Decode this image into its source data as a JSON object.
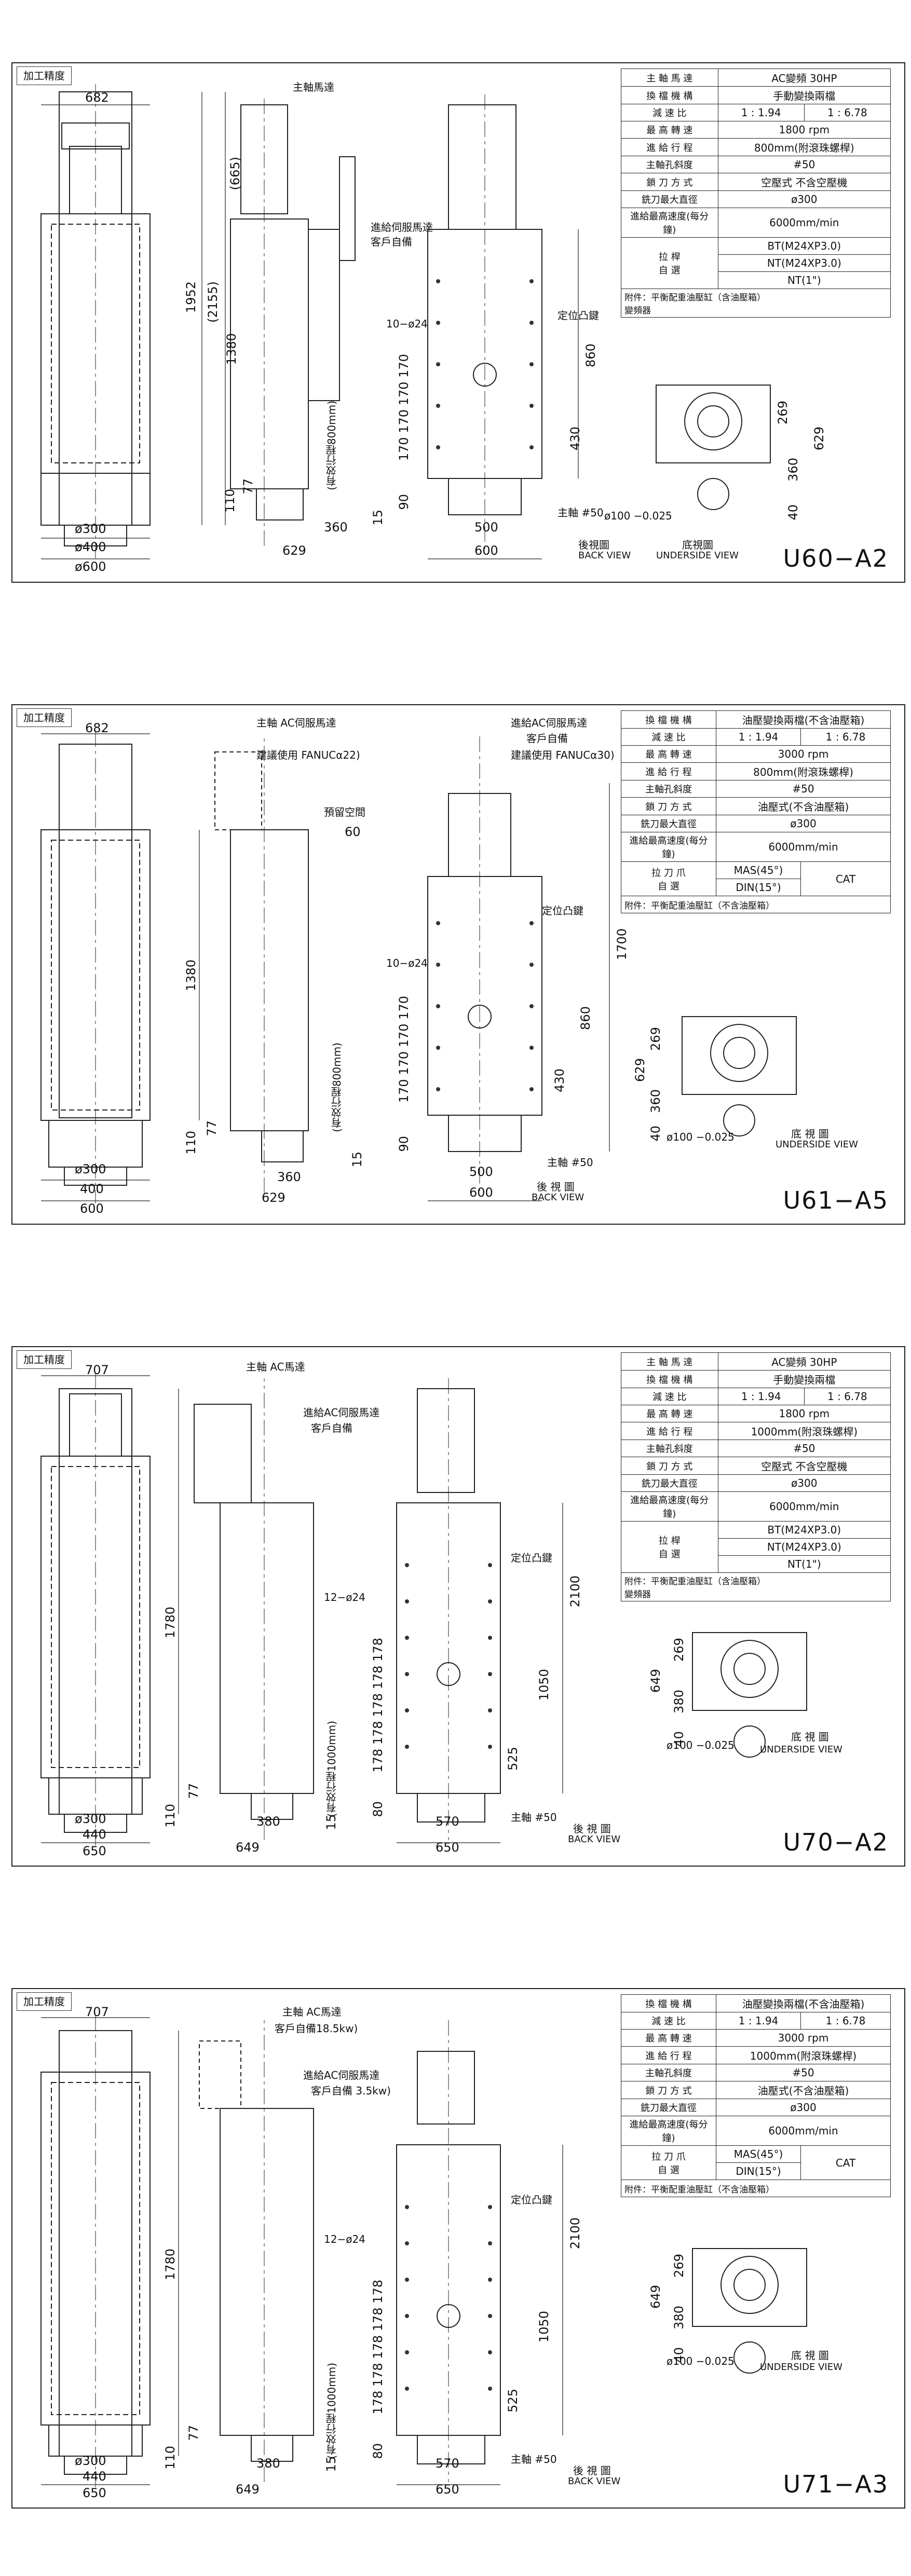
{
  "sheets": [
    {
      "tag": "加工精度",
      "model": "U60−A2",
      "spec": {
        "motor": {
          "k": "主 軸 馬 達",
          "v": "AC變頻 30HP"
        },
        "change": {
          "k": "換 檔 機 構",
          "v": "手動變換兩檔"
        },
        "ratio": {
          "k": "減 速 比",
          "a": "1 : 1.94",
          "b": "1 : 6.78"
        },
        "speed": {
          "k": "最 高 轉 速",
          "v": "1800 rpm"
        },
        "stroke": {
          "k": "進 給 行 程",
          "v": "800mm(附滾珠螺桿)"
        },
        "taper": {
          "k": "主軸孔斜度",
          "v": "#50"
        },
        "clamp": {
          "k": "鎖 刀 方 式",
          "v": "空壓式 不含空壓機"
        },
        "cutter": {
          "k": "銑刀最大直徑",
          "v": "ø300"
        },
        "feedrate": {
          "k": "進給最高速度(每分鐘)",
          "v": "6000mm/min"
        },
        "pull": {
          "k1": "拉 桿",
          "k2": "自 選",
          "v1": "BT(M24XP3.0)",
          "v2": "NT(M24XP3.0)",
          "v3": "NT(1\")"
        },
        "note1": "附件：平衡配重油壓缸（含油壓箱）",
        "note2": "變頻器"
      },
      "labels": {
        "main_motor": "主軸馬達",
        "servo": "進給伺服馬達",
        "customer": "客戶自備",
        "locate": "定位凸鍵",
        "holes": "10−ø24",
        "stroke_v": "(有效行程800mm)",
        "spindle": "主軸 #50",
        "back": "後視圖",
        "back_en": "BACK VIEW",
        "under": "底視圖",
        "under_en": "UNDERSIDE VIEW",
        "tol": "ø100 −0.025"
      },
      "dims": {
        "w_top": "682",
        "h1": "1952",
        "h2": "(2155)",
        "h3": "(665)",
        "h4": "1380",
        "h5": "110",
        "h6": "77",
        "d1": "ø300",
        "d2": "ø400",
        "d3": "ø600",
        "s1": "360",
        "s2": "629",
        "s3": "15",
        "b1": "500",
        "b2": "600",
        "b3": "90",
        "b4": "170 170 170 170",
        "b5": "430",
        "b6": "860",
        "u1": "269",
        "u2": "629",
        "u3": "360",
        "u4": "40"
      }
    },
    {
      "tag": "加工精度",
      "model": "U61−A5",
      "spec": {
        "change": {
          "k": "換 檔 機 構",
          "v": "油壓變換兩檔(不含油壓箱)"
        },
        "ratio": {
          "k": "減 速 比",
          "a": "1 : 1.94",
          "b": "1 : 6.78"
        },
        "speed": {
          "k": "最 高 轉 速",
          "v": "3000 rpm"
        },
        "stroke": {
          "k": "進 給 行 程",
          "v": "800mm(附滾珠螺桿)"
        },
        "taper": {
          "k": "主軸孔斜度",
          "v": "#50"
        },
        "clamp": {
          "k": "鎖 刀 方 式",
          "v": "油壓式(不含油壓箱)"
        },
        "cutter": {
          "k": "銑刀最大直徑",
          "v": "ø300"
        },
        "feedrate": {
          "k": "進給最高速度(每分鐘)",
          "v": "6000mm/min"
        },
        "pull": {
          "k1": "拉 刀 爪",
          "k2": "自 選",
          "v1": "MAS(45°)",
          "v2": "DIN(15°)",
          "v3": "CAT"
        },
        "note1": "附件：平衡配重油壓缸（不含油壓箱）"
      },
      "labels": {
        "main_motor": "主軸 AC伺服馬達",
        "main_suggest": "建議使用 FANUCα22)",
        "servo": "進給AC伺服馬達",
        "customer": "客戶自備",
        "servo_suggest": "建議使用 FANUCα30)",
        "space": "預留空間",
        "locate": "定位凸鍵",
        "holes": "10−ø24",
        "stroke_v": "(有效行程800mm)",
        "spindle": "主軸 #50",
        "back": "後 視 圖",
        "back_en": "BACK VIEW",
        "under": "底 視 圖",
        "under_en": "UNDERSIDE VIEW",
        "tol": "ø100 −0.025"
      },
      "dims": {
        "w_top": "682",
        "h4": "1380",
        "h5": "110",
        "h6": "77",
        "d1": "ø300",
        "d2": "400",
        "d3": "600",
        "s1": "360",
        "s2": "629",
        "s3": "15",
        "sp": "60",
        "b1": "500",
        "b2": "600",
        "b3": "90",
        "b4": "170 170 170 170",
        "b5": "430",
        "b6": "860",
        "b7": "1700",
        "u1": "269",
        "u2": "629",
        "u3": "360",
        "u4": "40"
      }
    },
    {
      "tag": "加工精度",
      "model": "U70−A2",
      "spec": {
        "motor": {
          "k": "主 軸 馬 達",
          "v": "AC變頻 30HP"
        },
        "change": {
          "k": "換 檔 機 構",
          "v": "手動變換兩檔"
        },
        "ratio": {
          "k": "減 速 比",
          "a": "1 : 1.94",
          "b": "1 : 6.78"
        },
        "speed": {
          "k": "最 高 轉 速",
          "v": "1800 rpm"
        },
        "stroke": {
          "k": "進 給 行 程",
          "v": "1000mm(附滾珠螺桿)"
        },
        "taper": {
          "k": "主軸孔斜度",
          "v": "#50"
        },
        "clamp": {
          "k": "鎖 刀 方 式",
          "v": "空壓式 不含空壓機"
        },
        "cutter": {
          "k": "銑刀最大直徑",
          "v": "ø300"
        },
        "feedrate": {
          "k": "進給最高速度(每分鐘)",
          "v": "6000mm/min"
        },
        "pull": {
          "k1": "拉 桿",
          "k2": "自 選",
          "v1": "BT(M24XP3.0)",
          "v2": "NT(M24XP3.0)",
          "v3": "NT(1\")"
        },
        "note1": "附件：平衡配重油壓缸（含油壓箱）",
        "note2": "變頻器"
      },
      "labels": {
        "main_motor": "主軸 AC馬達",
        "servo": "進給AC伺服馬達",
        "customer": "客戶自備",
        "locate": "定位凸鍵",
        "holes": "12−ø24",
        "stroke_v": "(有效行程1000mm)",
        "spindle": "主軸 #50",
        "back": "後 視 圖",
        "back_en": "BACK VIEW",
        "under": "底 視 圖",
        "under_en": "UNDERSIDE VIEW",
        "tol": "ø100 −0.025"
      },
      "dims": {
        "w_top": "707",
        "h4": "1780",
        "h5": "110",
        "h6": "77",
        "d1": "ø300",
        "d2": "440",
        "d3": "650",
        "s1": "380",
        "s2": "649",
        "s3": "15",
        "b1": "570",
        "b2": "650",
        "b3": "80",
        "b4": "178 178 178 178 178",
        "b5": "525",
        "b6": "1050",
        "b7": "2100",
        "u1": "269",
        "u2": "649",
        "u3": "380",
        "u4": "40"
      }
    },
    {
      "tag": "加工精度",
      "model": "U71−A3",
      "spec": {
        "change": {
          "k": "換 檔 機 構",
          "v": "油壓變換兩檔(不含油壓箱)"
        },
        "ratio": {
          "k": "減 速 比",
          "a": "1 : 1.94",
          "b": "1 : 6.78"
        },
        "speed": {
          "k": "最 高 轉 速",
          "v": "3000 rpm"
        },
        "stroke": {
          "k": "進 給 行 程",
          "v": "1000mm(附滾珠螺桿)"
        },
        "taper": {
          "k": "主軸孔斜度",
          "v": "#50"
        },
        "clamp": {
          "k": "鎖 刀 方 式",
          "v": "油壓式(不含油壓箱)"
        },
        "cutter": {
          "k": "銑刀最大直徑",
          "v": "ø300"
        },
        "feedrate": {
          "k": "進給最高速度(每分鐘)",
          "v": "6000mm/min"
        },
        "pull": {
          "k1": "拉 刀 爪",
          "k2": "自 選",
          "v1": "MAS(45°)",
          "v2": "DIN(15°)",
          "v3": "CAT"
        },
        "note1": "附件：平衡配重油壓缸（不含油壓箱）"
      },
      "labels": {
        "main_motor": "主軸 AC馬達",
        "main_suggest": "客戶自備18.5kw)",
        "servo": "進給AC伺服馬達",
        "servo_suggest": "客戶自備 3.5kw)",
        "locate": "定位凸鍵",
        "holes": "12−ø24",
        "stroke_v": "(有效行程1000mm)",
        "spindle": "主軸 #50",
        "back": "後 視 圖",
        "back_en": "BACK VIEW",
        "under": "底 視 圖",
        "under_en": "UNDERSIDE VIEW",
        "tol": "ø100 −0.025"
      },
      "dims": {
        "w_top": "707",
        "h4": "1780",
        "h5": "110",
        "h6": "77",
        "d1": "ø300",
        "d2": "440",
        "d3": "650",
        "s1": "380",
        "s2": "649",
        "s3": "15",
        "b1": "570",
        "b2": "650",
        "b3": "80",
        "b4": "178 178 178 178 178",
        "b5": "525",
        "b6": "1050",
        "b7": "2100",
        "u1": "269",
        "u2": "649",
        "u3": "380",
        "u4": "40"
      }
    }
  ]
}
